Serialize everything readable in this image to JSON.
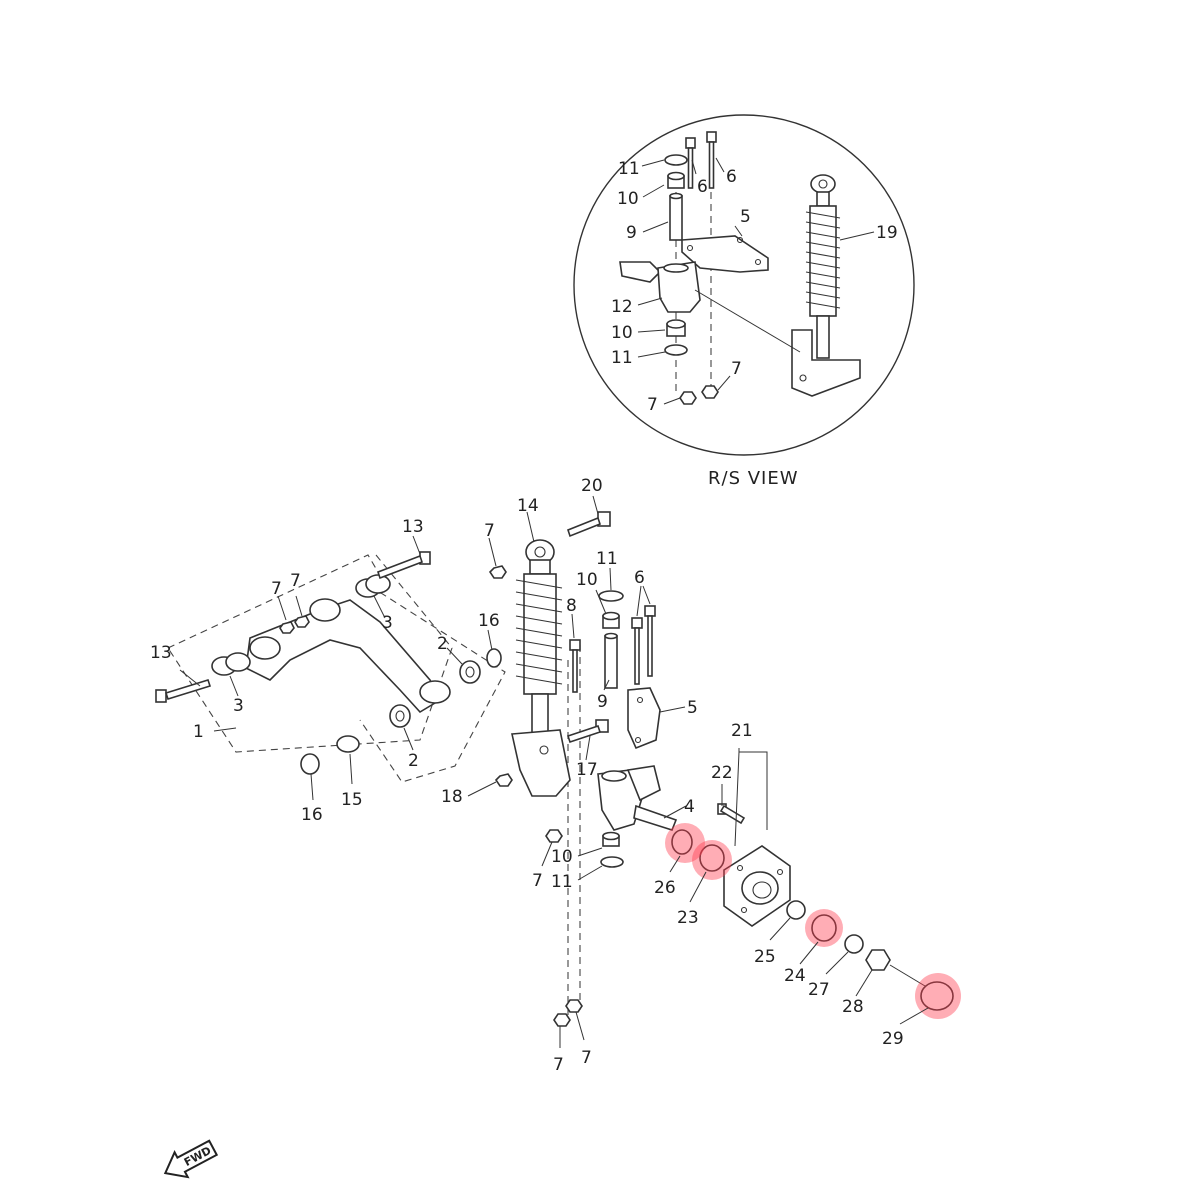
{
  "inset_view": {
    "label": "R/S VIEW",
    "callouts": [
      "11",
      "6",
      "6",
      "10",
      "9",
      "5",
      "19",
      "12",
      "10",
      "11",
      "7",
      "7"
    ]
  },
  "main_view": {
    "callouts": [
      "20",
      "14",
      "13",
      "7",
      "7",
      "7",
      "11",
      "10",
      "6",
      "8",
      "16",
      "2",
      "3",
      "13",
      "3",
      "1",
      "5",
      "9",
      "21",
      "22",
      "2",
      "17",
      "16",
      "15",
      "18",
      "4",
      "10",
      "11",
      "7",
      "26",
      "23",
      "25",
      "24",
      "27",
      "28",
      "29",
      "7",
      "7"
    ]
  },
  "fwd_arrow": {
    "label": "FWD"
  },
  "highlight": {
    "color": "#ff3b4f",
    "parts": [
      "26",
      "23",
      "24",
      "29"
    ]
  }
}
